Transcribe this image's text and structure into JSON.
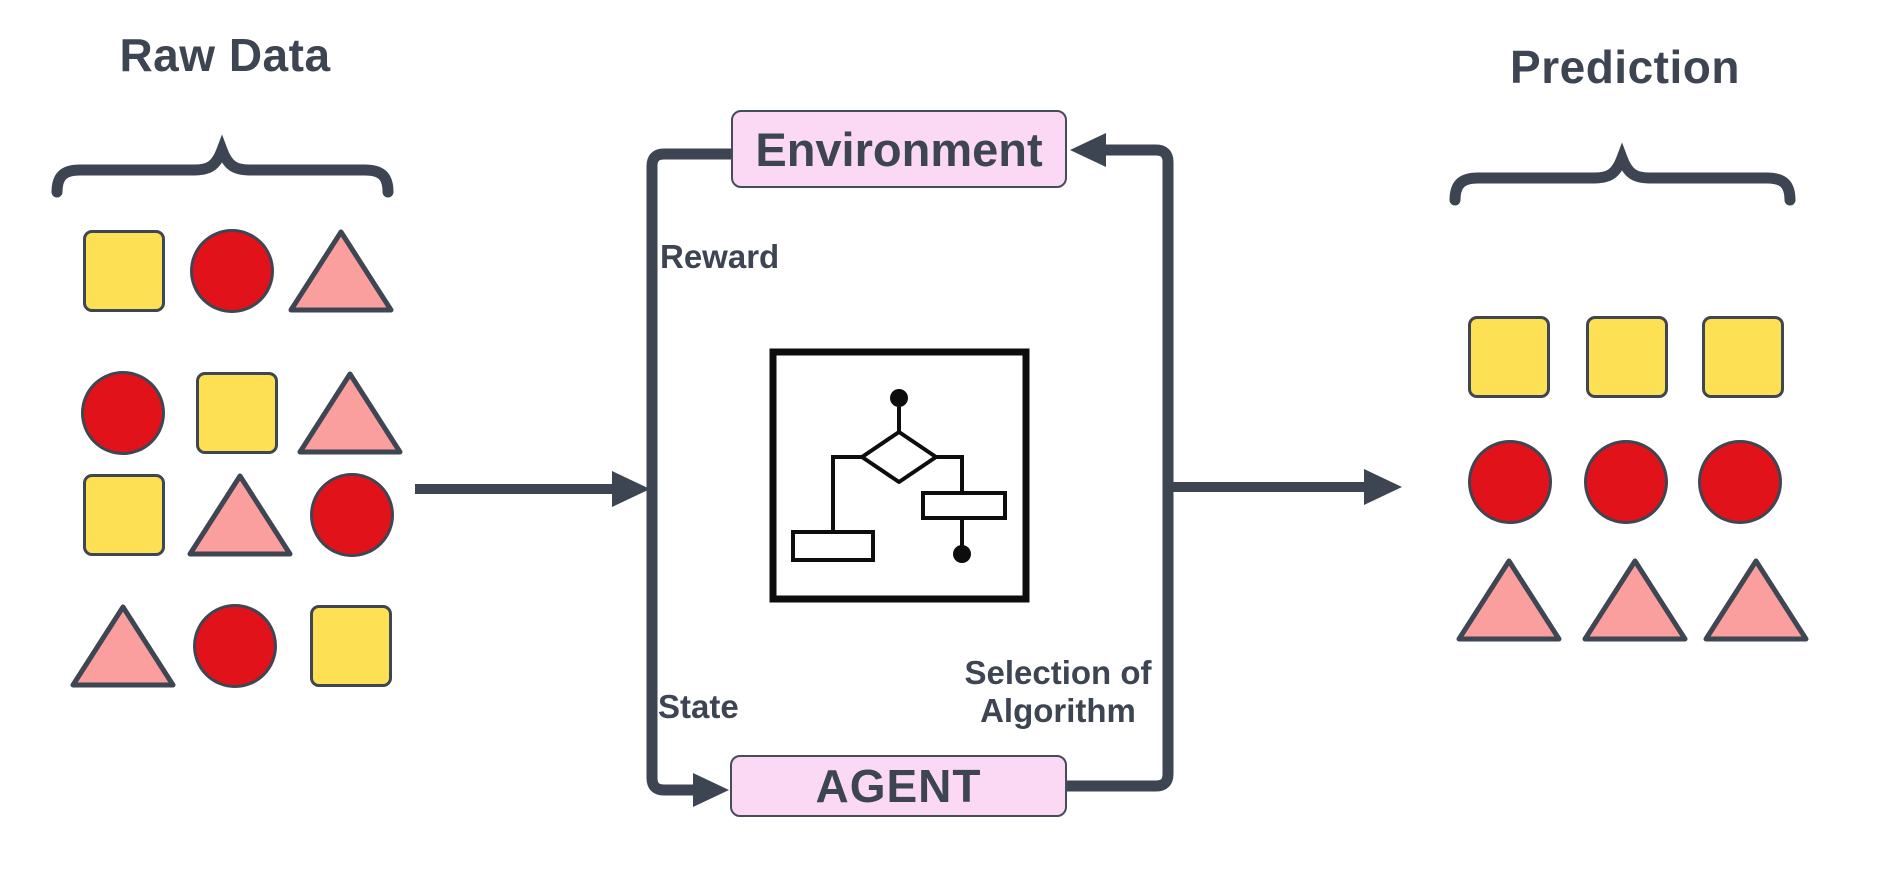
{
  "left_group": {
    "title": "Raw Data",
    "rows": [
      [
        "square",
        "circle",
        "triangle"
      ],
      [
        "circle",
        "square",
        "triangle"
      ],
      [
        "square",
        "triangle",
        "circle"
      ],
      [
        "triangle",
        "circle",
        "square"
      ]
    ]
  },
  "right_group": {
    "title": "Prediction",
    "rows": [
      [
        "square",
        "square",
        "square"
      ],
      [
        "circle",
        "circle",
        "circle"
      ],
      [
        "triangle",
        "triangle",
        "triangle"
      ]
    ]
  },
  "loop": {
    "environment_label": "Environment",
    "agent_label": "AGENT",
    "reward_label": "Reward",
    "state_label": "State",
    "selection_line1": "Selection of",
    "selection_line2": "Algorithm"
  },
  "colors": {
    "ink": "#3d4452",
    "box_fill": "#fbd8f3",
    "box_border": "#454c5a",
    "yellow": "#fde053",
    "red": "#e2121a",
    "salmon": "#fa9e9e",
    "shape_border": "#3e4553",
    "icon_stroke": "#0d0d0d",
    "background": "#ffffff"
  }
}
